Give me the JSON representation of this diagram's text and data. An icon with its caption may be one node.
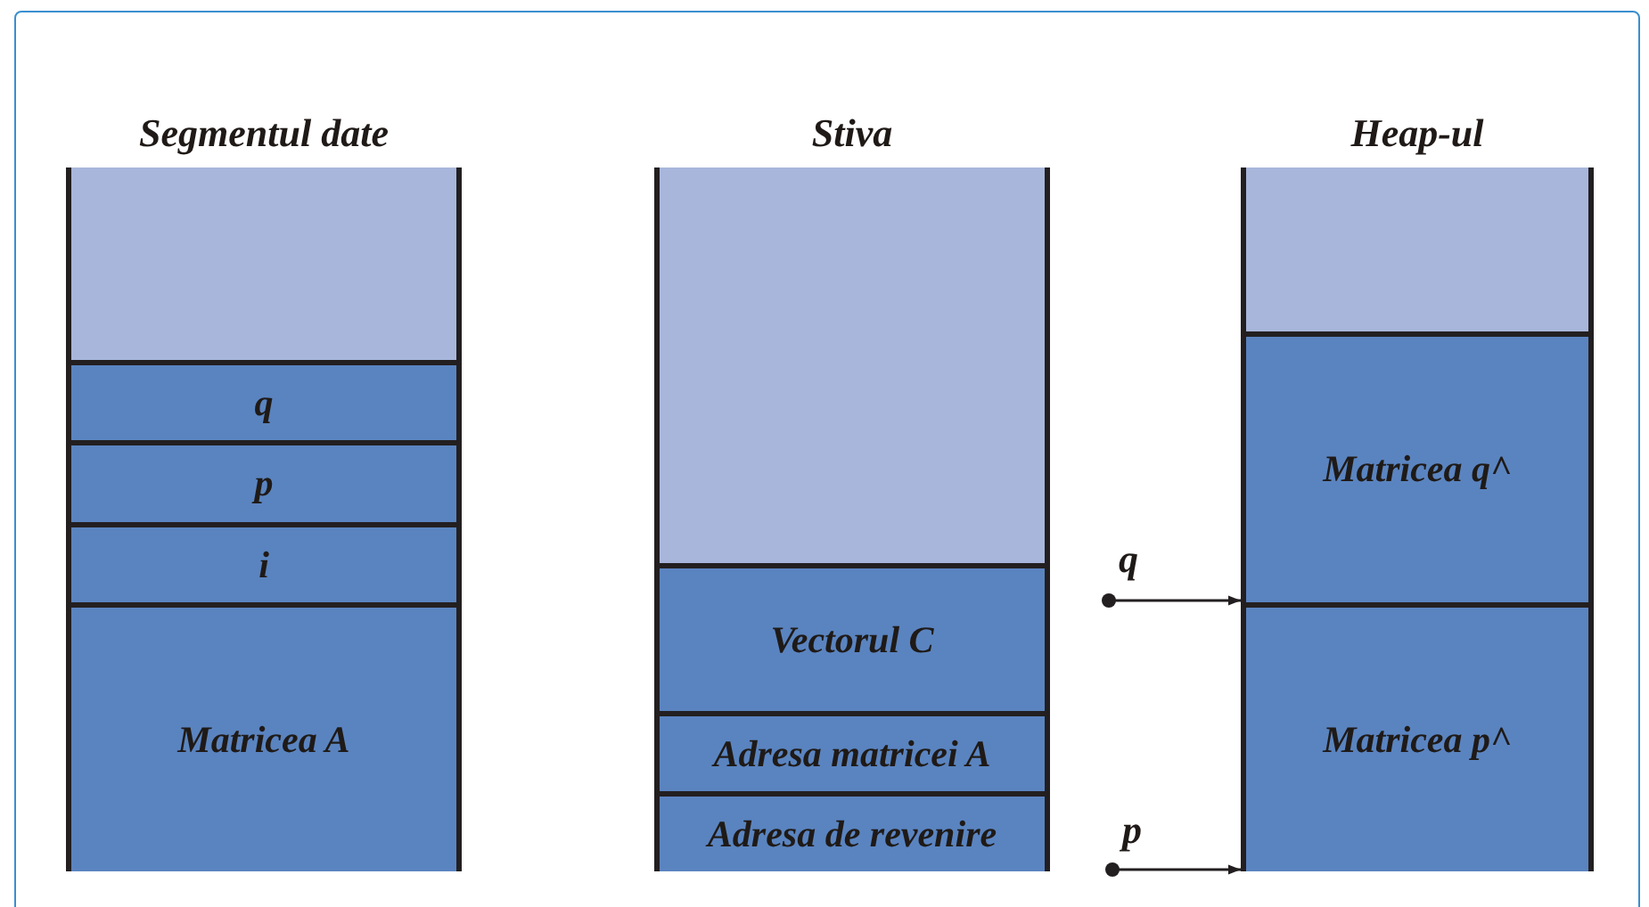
{
  "diagram": {
    "nodes": [
      {
        "text": [
          "Segmentul date"
        ]
      },
      {
        "text": [],
        "shape": "box",
        "in": 0
      },
      {
        "text": [
          "q"
        ],
        "in": 0
      },
      {
        "text": [
          "p"
        ],
        "in": 0
      },
      {
        "text": [
          "i"
        ],
        "in": 0
      },
      {
        "text": [
          "Matricea A"
        ],
        "in": 0
      },
      {
        "text": [
          "Stiva"
        ]
      },
      {
        "text": [],
        "shape": "box",
        "in": 6
      },
      {
        "text": [
          "Vectorul C"
        ],
        "in": 6
      },
      {
        "text": [
          "Adresa matricei A"
        ],
        "in": 6
      },
      {
        "text": [
          "Adresa de revenire"
        ],
        "in": 6
      },
      {
        "text": [
          "Heap-ul"
        ]
      },
      {
        "text": [],
        "shape": "box",
        "in": 11
      },
      {
        "text": [
          "Matricea q^"
        ],
        "in": 11
      },
      {
        "text": [
          "Matricea p^"
        ],
        "in": 11
      },
      {
        "text": [
          "q"
        ]
      },
      {
        "text": [
          "p"
        ]
      }
    ],
    "edges": [
      {
        "from": 15,
        "to": 13,
        "arrow": "to"
      },
      {
        "from": 16,
        "to": 14,
        "arrow": "to"
      }
    ]
  }
}
